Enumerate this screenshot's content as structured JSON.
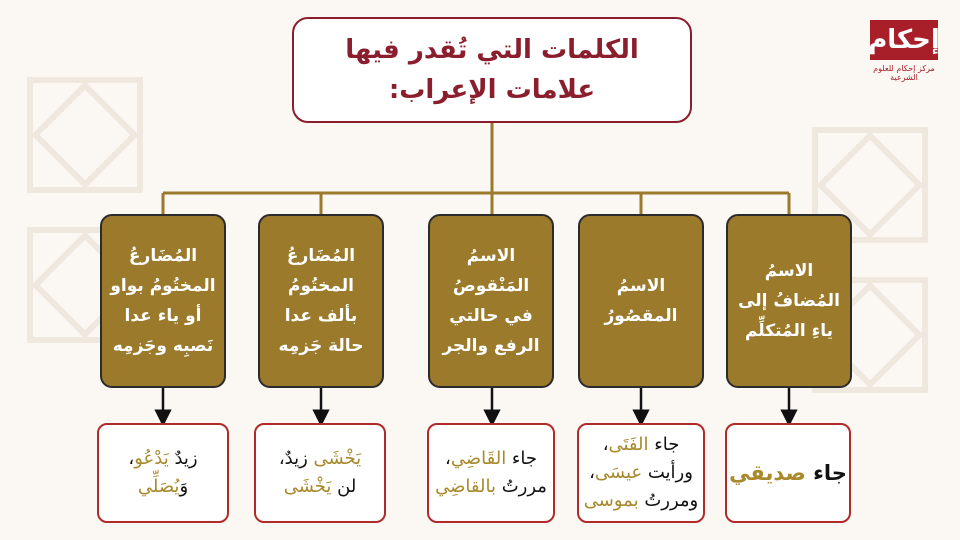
{
  "title": {
    "line1": "الكلمات التي تُقدر فيها",
    "line2": "علامات الإعراب:"
  },
  "logo": {
    "name": "إحكام",
    "subtitle": "مركز إحكام للعلوم الشرعية"
  },
  "categories": [
    {
      "label": "الاسمُ المُضافُ إلى ياءِ المُتكلِّم"
    },
    {
      "label": "الاسمُ المقصُورُ"
    },
    {
      "label": "الاسمُ المَنْقوصُ في حالتي الرفع والجر"
    },
    {
      "label": "المُضَارعُ المختُومُ بألف عدا حالة جَزمِه"
    },
    {
      "label": "المُضَارعُ المختُومُ بواو أو ياء عدا نَصبِه وجَزمِه"
    }
  ],
  "examples": [
    {
      "lines": [
        {
          "plain": "جاء ",
          "hl": "صديقي",
          "rest": ""
        }
      ]
    },
    {
      "lines": [
        {
          "plain": "جاء ",
          "hl": "الفَتَى",
          "rest": "،"
        },
        {
          "plain": "ورأيت ",
          "hl": "عيسَى",
          "rest": "،"
        },
        {
          "plain": "ومررتُ ",
          "hl": "بموسى",
          "rest": ""
        }
      ]
    },
    {
      "lines": [
        {
          "plain": "جاء ",
          "hl": "القَاضِي",
          "rest": "،"
        },
        {
          "plain": "مررتُ ",
          "hl": "بالقاضِي",
          "rest": ""
        }
      ]
    },
    {
      "lines": [
        {
          "plain": "",
          "hl": "يَخْشَى",
          "rest": " زيدٌ،"
        },
        {
          "plain": "لن ",
          "hl": "يَخْشَى",
          "rest": ""
        }
      ]
    },
    {
      "lines": [
        {
          "plain": "زيدٌ ",
          "hl": "يَدْعُو",
          "rest": "،"
        },
        {
          "plain": "وَ",
          "hl": "يُصَلِّي",
          "rest": ""
        }
      ]
    }
  ],
  "colors": {
    "maroon": "#8b1e2d",
    "gold": "#9b7a2c",
    "red_border": "#b02a2a",
    "highlight": "#a8892c"
  }
}
